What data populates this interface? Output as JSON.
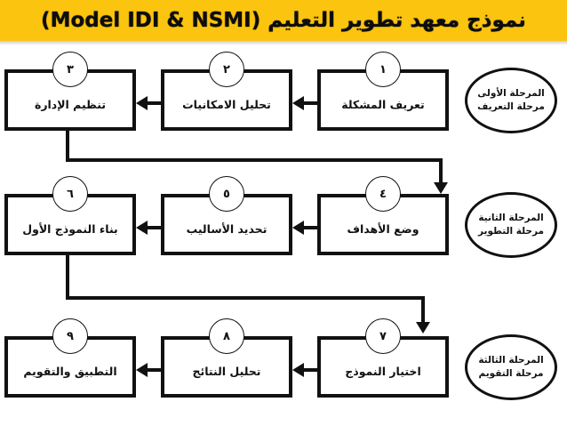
{
  "title": {
    "text": "نموذج معهد تطوير التعليم (Model IDI & NSMI)",
    "background_color": "#FBC40F",
    "text_color": "#0d0d0d"
  },
  "diagram": {
    "type": "flowchart",
    "direction": "right-to-left",
    "accent_color": "#111111",
    "steps": [
      {
        "number": "١",
        "label": "تعريف المشكلة",
        "row": 1,
        "column": 1,
        "stage": 1
      },
      {
        "number": "٢",
        "label": "تحليل الامكانيات",
        "row": 1,
        "column": 2,
        "stage": 1
      },
      {
        "number": "٣",
        "label": "تنظيم الإدارة",
        "row": 1,
        "column": 3,
        "stage": 1
      },
      {
        "number": "٤",
        "label": "وضع الأهداف",
        "row": 2,
        "column": 1,
        "stage": 2
      },
      {
        "number": "٥",
        "label": "تحديد الأساليب",
        "row": 2,
        "column": 2,
        "stage": 2
      },
      {
        "number": "٦",
        "label": "بناء النموذج الأول",
        "row": 2,
        "column": 3,
        "stage": 2
      },
      {
        "number": "٧",
        "label": "اختيار النموذج",
        "row": 3,
        "column": 1,
        "stage": 3
      },
      {
        "number": "٨",
        "label": "تحليل النتائج",
        "row": 3,
        "column": 2,
        "stage": 3
      },
      {
        "number": "٩",
        "label": "التطبيق والتقويم",
        "row": 3,
        "column": 3,
        "stage": 3
      }
    ],
    "stages": [
      {
        "line1": "المرحلة الأولى",
        "line2": "مرحلة التعريف"
      },
      {
        "line1": "المرحلة الثانية",
        "line2": "مرحلة التطوير"
      },
      {
        "line1": "المرحلة الثالثة",
        "line2": "مرحلة التقويم"
      }
    ]
  }
}
